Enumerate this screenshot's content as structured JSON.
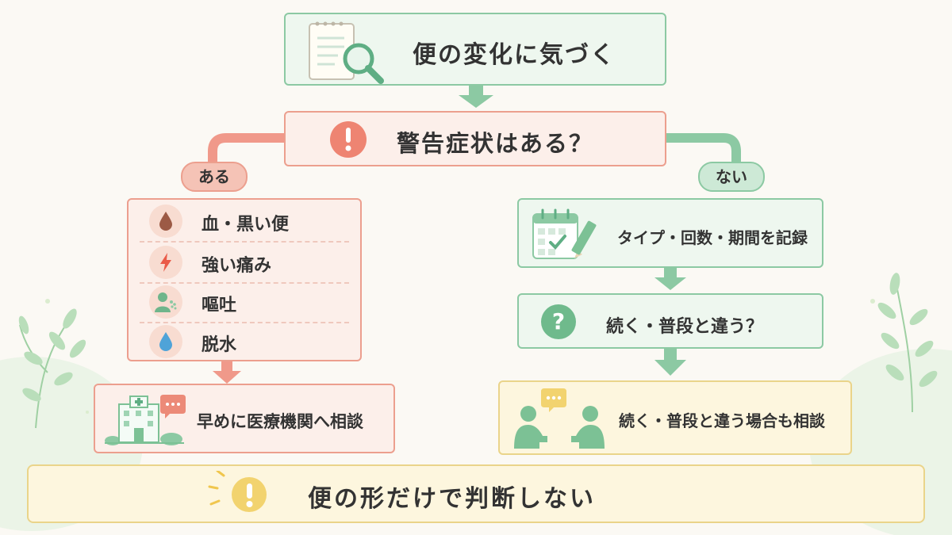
{
  "start": {
    "label": "便の変化に気づく"
  },
  "question": {
    "label": "警告症状はある？"
  },
  "branch_yes": {
    "label": "ある"
  },
  "branch_no": {
    "label": "ない"
  },
  "warning_signs": [
    {
      "label": "血・黒い便",
      "icon": "blood-drop-icon"
    },
    {
      "label": "強い痛み",
      "icon": "lightning-icon"
    },
    {
      "label": "嘔吐",
      "icon": "vomiting-person-icon"
    },
    {
      "label": "脱水",
      "icon": "water-drop-icon"
    }
  ],
  "yes_action": {
    "label": "早めに医療機関へ相談",
    "icon": "hospital-icon"
  },
  "no_step1": {
    "label": "タイプ・回数・期間を記録",
    "icon": "calendar-icon"
  },
  "no_step2": {
    "label": "続く・普段と違う？",
    "icon": "question-icon"
  },
  "no_step3": {
    "label": "続く・普段と違う場合も相談",
    "icon": "consultation-icon"
  },
  "footer": {
    "label": "便の形だけで判断しない",
    "icon": "exclamation-icon"
  },
  "colors": {
    "green": "#7cc195",
    "red": "#ec8a78",
    "yellow": "#f2d777",
    "background": "#fbf9f4"
  }
}
